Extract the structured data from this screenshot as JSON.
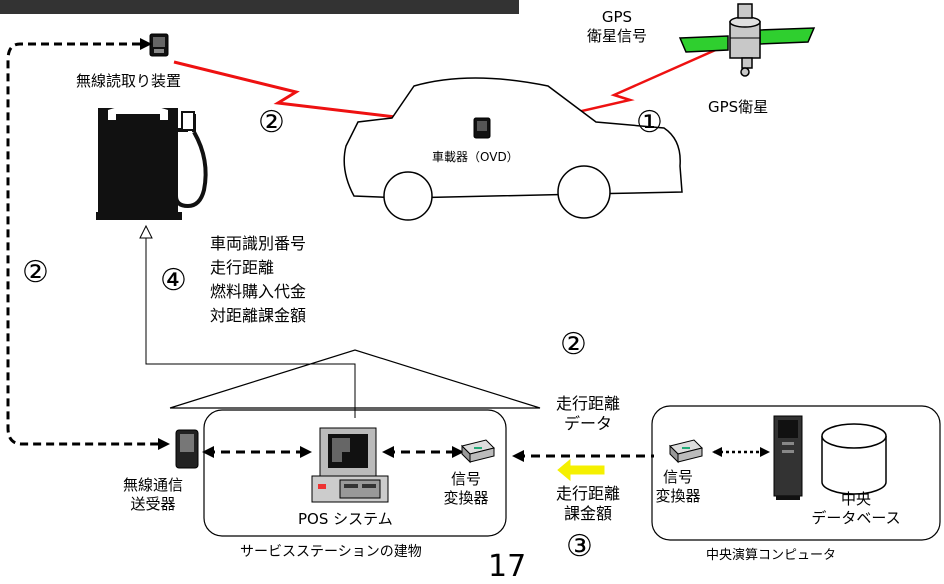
{
  "labels": {
    "reader": "無線読取り装置",
    "gps_signal": [
      "GPS",
      "衛星信号"
    ],
    "gps_sat": "GPS衛星",
    "ovd": "車載器（OVD）",
    "info_list": [
      "車両識別番号",
      "走行距離",
      "燃料購入代金",
      "対距離課金額"
    ],
    "distance_data": [
      "走行距離",
      "データ"
    ],
    "distance_charge": [
      "走行距離",
      "課金額"
    ],
    "transceiver": [
      "無線通信",
      "送受器"
    ],
    "converter": [
      "信号",
      "変換器"
    ],
    "pos": "POS システム",
    "central_db": [
      "中央",
      "データベース"
    ],
    "station": "サービスステーションの建物",
    "central_computer": "中央演算コンピュータ",
    "page_number": "17"
  },
  "markers": {
    "one": "①",
    "two": "②",
    "three": "③",
    "four": "④"
  },
  "colors": {
    "radio_link": "#ee1111",
    "arrow": "#f5f000",
    "dark": "#333333",
    "frame": "#000000"
  }
}
